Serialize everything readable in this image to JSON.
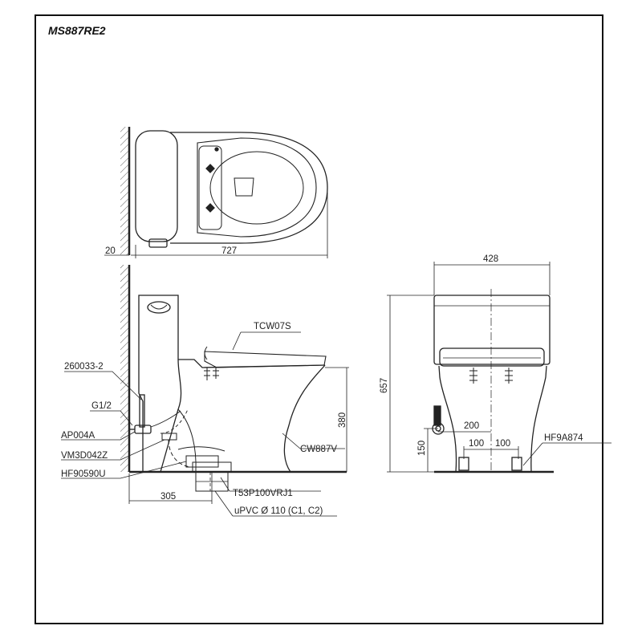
{
  "title": "MS887RE2",
  "dimensions": {
    "wall_gap": "20",
    "length": "727",
    "width": "428",
    "height": "657",
    "seat_height": "380",
    "rough_in": "305",
    "half_width": "200",
    "left_offset": "100",
    "right_offset": "100",
    "supply_height": "150"
  },
  "parts": {
    "seat": "TCW07S",
    "body": "CW887V",
    "flex_hose": "260033-2",
    "thread": "G1/2",
    "angle_valve": "AP004A",
    "sleeve": "VM3D042Z",
    "flange": "HF90590U",
    "drain": "T53P100VRJ1",
    "pipe": "uPVC Ø 110 (C1, C2)",
    "bolt_cap": "HF9A874"
  }
}
